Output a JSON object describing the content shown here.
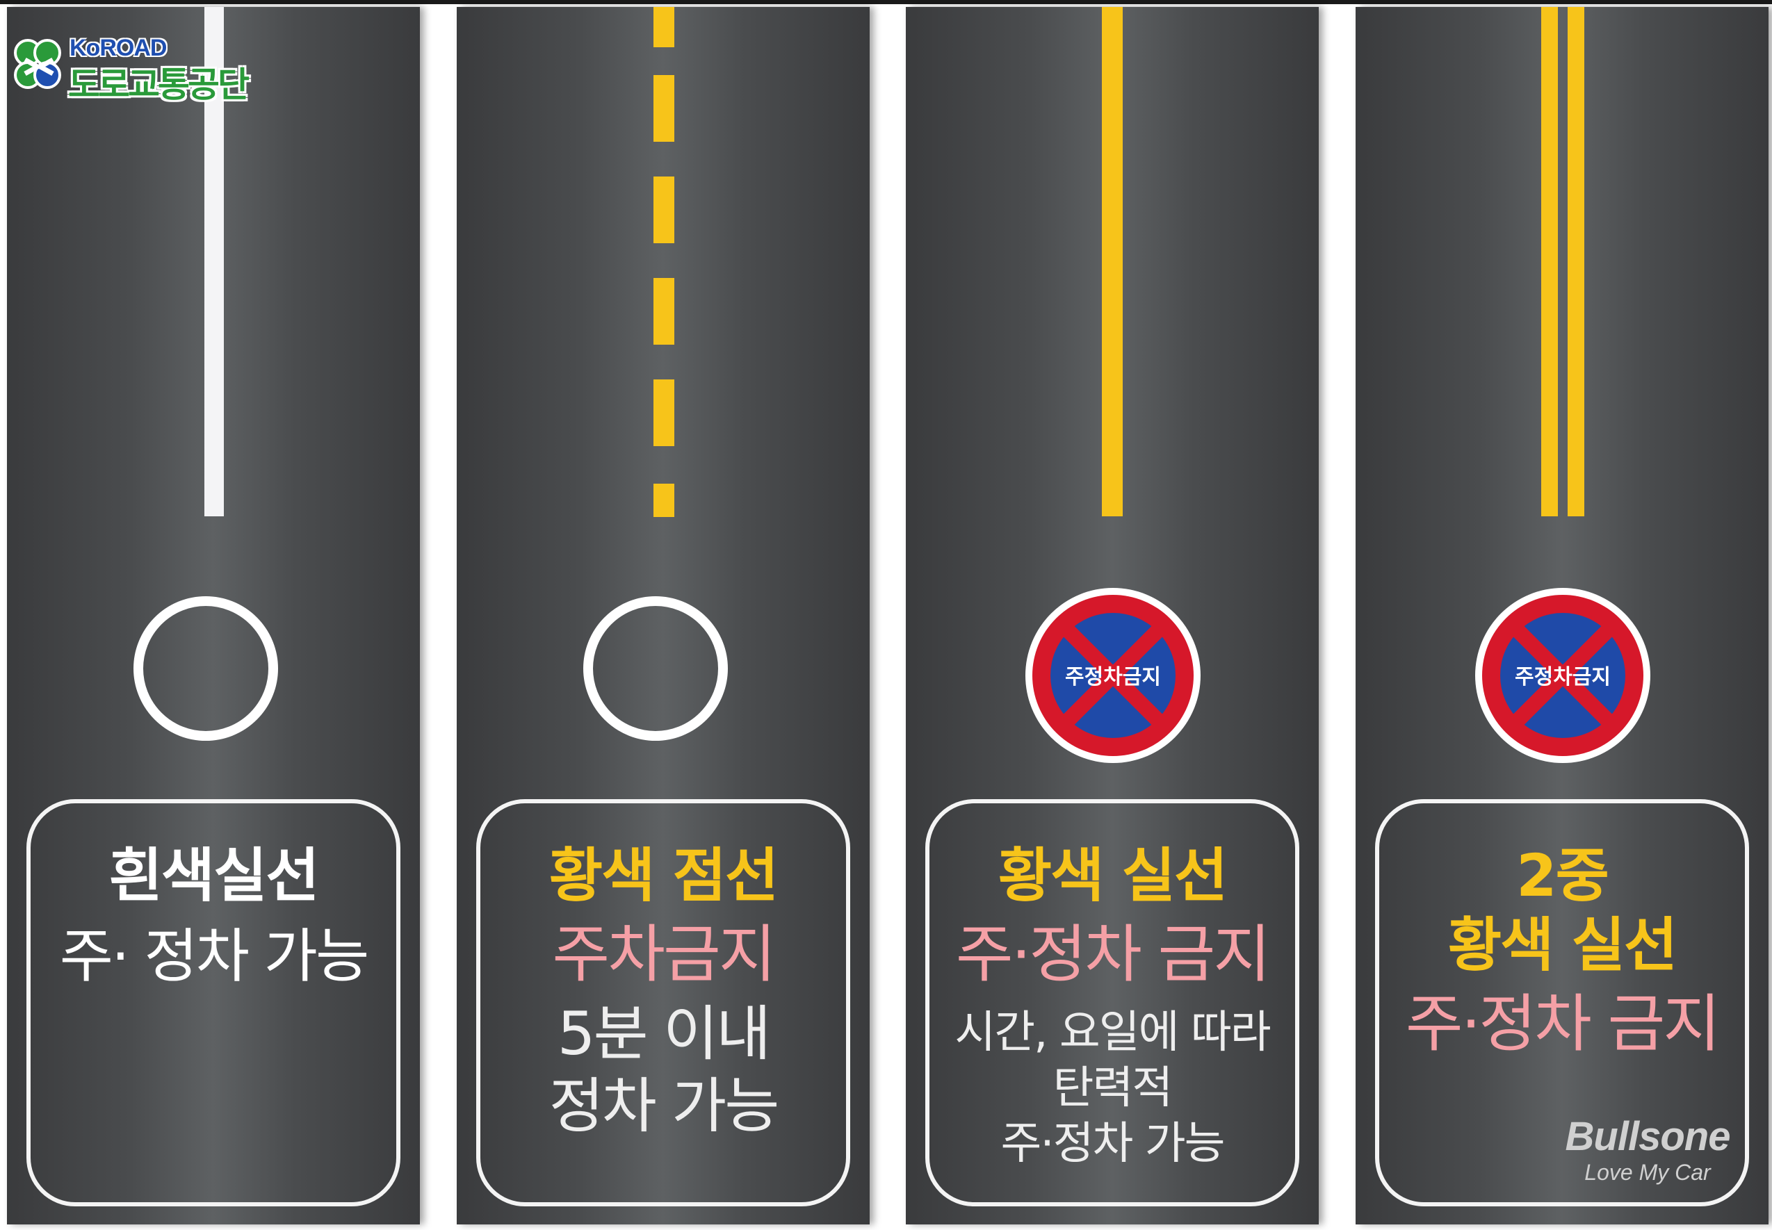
{
  "logo": {
    "en": "KoROAD",
    "ko": "도로교통공단"
  },
  "sign_text": "주정차금지",
  "colors": {
    "asphalt": "#4a4c4e",
    "white_line": "#f4f4f6",
    "yellow_line": "#f7c41a",
    "warning_pink": "#f5a0a6",
    "sign_red": "#d6182a",
    "sign_blue": "#1f4aa8"
  },
  "lanes": [
    {
      "marking": "white-solid",
      "symbol": "ring",
      "title": [
        "흰색실선"
      ],
      "rule": "주· 정차 가능",
      "note": []
    },
    {
      "marking": "yellow-dashed",
      "symbol": "ring",
      "title": [
        "황색 점선"
      ],
      "rule": "주차금지",
      "note": [
        "5분 이내",
        "정차 가능"
      ]
    },
    {
      "marking": "yellow-solid",
      "symbol": "no-parking-sign",
      "title": [
        "황색 실선"
      ],
      "rule": "주·정차 금지",
      "note": [
        "시간, 요일에 따라",
        "탄력적",
        "주·정차 가능"
      ]
    },
    {
      "marking": "yellow-double-solid",
      "symbol": "no-parking-sign",
      "title": [
        "2중",
        "황색 실선"
      ],
      "rule": "주·정차 금지",
      "note": []
    }
  ],
  "watermark": {
    "brand": "Bullsone",
    "tagline": "Love My Car"
  }
}
